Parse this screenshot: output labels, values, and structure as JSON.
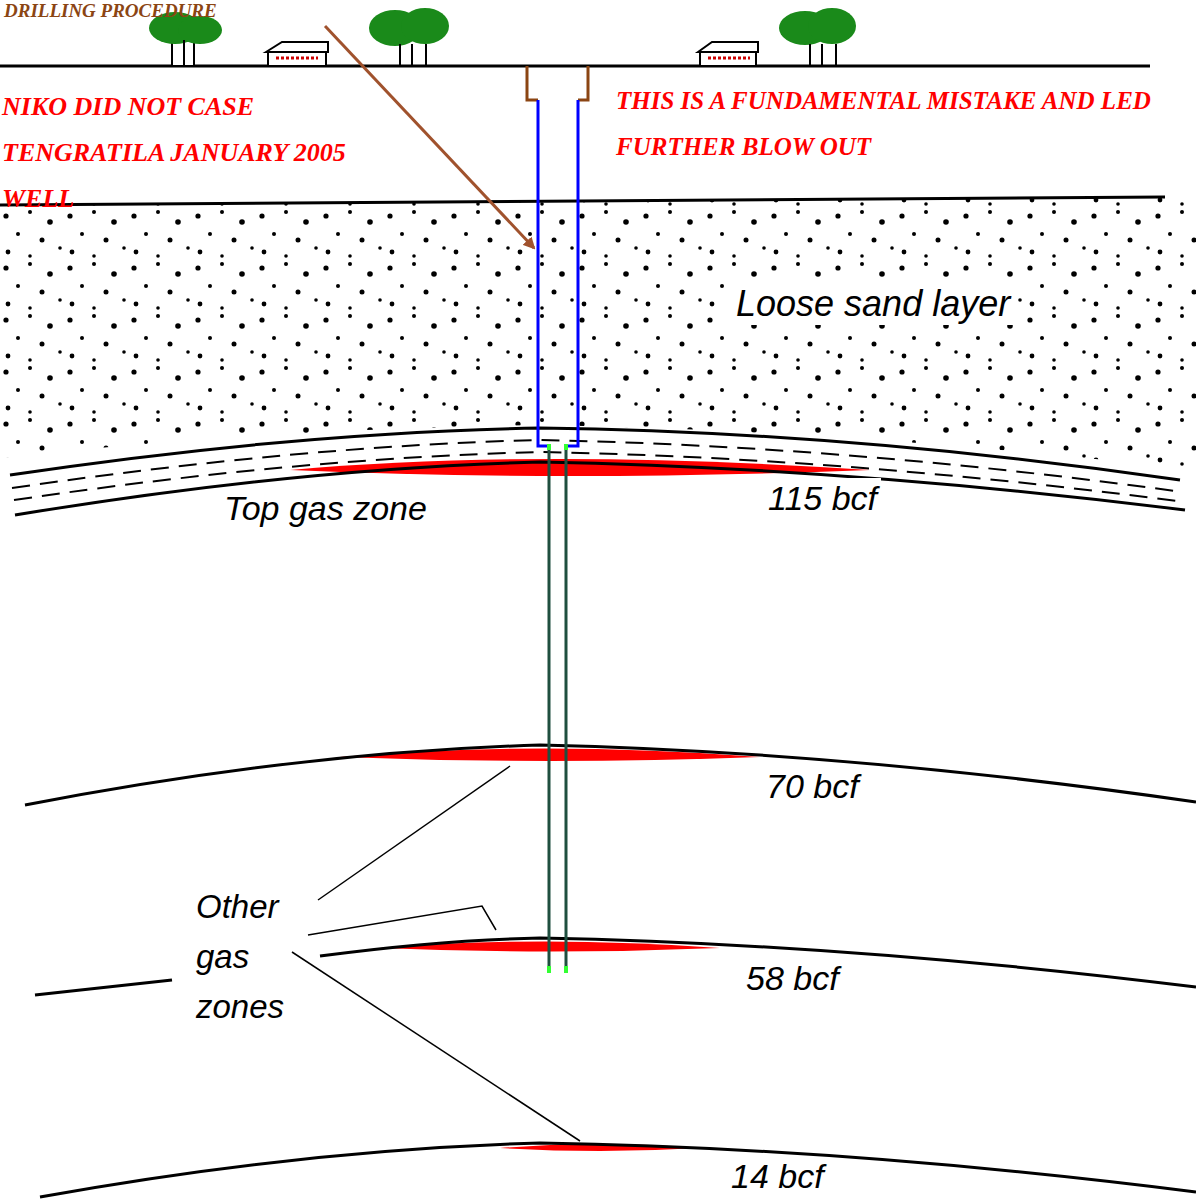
{
  "diagram": {
    "labels": [
      "DRILLING PROCEDURE",
      "NIKO DID NOT CASE TENGRATILA JANUARY 2005 WELL",
      "THIS IS A FUNDAMENTAL MISTAKE AND LED FURTHER BLOW OUT",
      "Loose sand layer",
      "Top gas zone",
      "115 bcf",
      "70 bcf",
      "58 bcf",
      "Other gas zones",
      "14 bcf"
    ]
  }
}
